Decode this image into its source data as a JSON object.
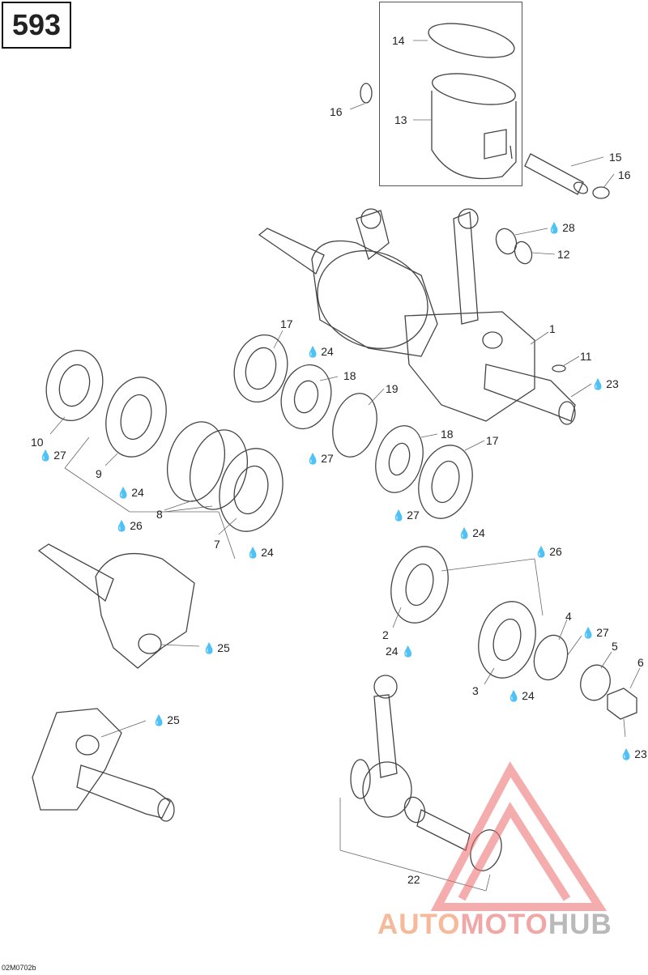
{
  "page_number": "593",
  "drawing_code": "02M0702b",
  "logo": {
    "part1": "AUTO",
    "part2": "MOTO",
    "part3": "HUB"
  },
  "drop_glyph": "💧",
  "callouts": {
    "c14": "14",
    "c16a": "16",
    "c13": "13",
    "c15": "15",
    "c16b": "16",
    "c28": "28",
    "c12": "12",
    "c17a": "17",
    "c24a": "24",
    "c18a": "18",
    "c1": "1",
    "c11": "11",
    "c23a": "23",
    "c19": "19",
    "c10": "10",
    "c27a": "27",
    "c9": "9",
    "c24b": "24",
    "c27b": "27",
    "c18b": "18",
    "c17b": "17",
    "c8": "8",
    "c26a": "26",
    "c27c": "27",
    "c24c": "24",
    "c7": "7",
    "c24d": "24",
    "c26b": "26",
    "c25a": "25",
    "c4": "4",
    "c27d": "27",
    "c2": "2",
    "c24e": "24",
    "c5": "5",
    "c6": "6",
    "c3": "3",
    "c24f": "24",
    "c25b": "25",
    "c23b": "23",
    "c22": "22"
  }
}
